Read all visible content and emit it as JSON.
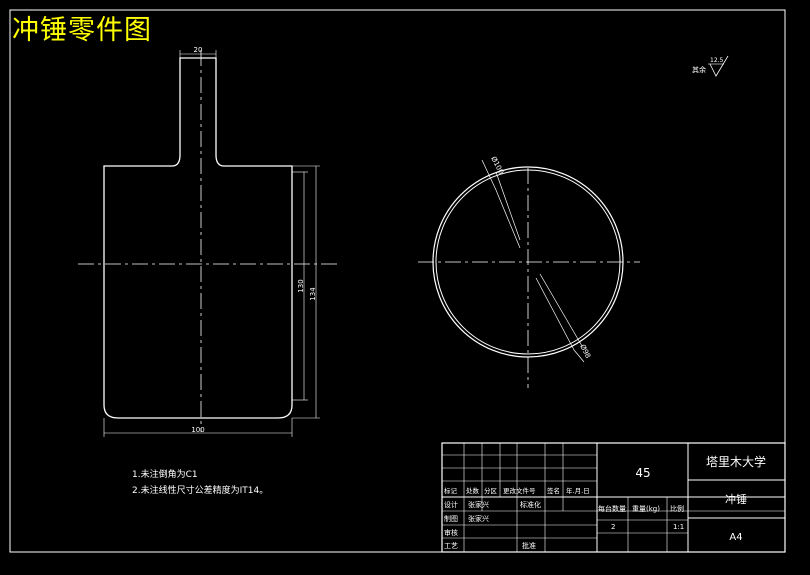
{
  "title": "冲锤零件图",
  "surface_finish": {
    "label": "其余",
    "value": "12.5"
  },
  "dimensions": {
    "neck_width": "20",
    "body_width": "100",
    "inner_height": "130",
    "outer_height": "134",
    "circle_dim_upper": "Ø100",
    "circle_dim_lower": "Ø98"
  },
  "notes": [
    "1.未注倒角为C1",
    "2.未注线性尺寸公差精度为IT14。"
  ],
  "title_block": {
    "material": "45",
    "organization": "塔里木大学",
    "part_name": "冲锤",
    "sheet": "A4",
    "header_labels": [
      "标记",
      "处数",
      "分区",
      "更改文件号",
      "签名",
      "年.月.日"
    ],
    "row_labels": [
      "设计",
      "制图",
      "审核",
      "工艺"
    ],
    "designer": "张家兴",
    "drafter": "张家兴",
    "standardization_label": "标准化",
    "approval_label": "批准",
    "quantity_header": "每台数量",
    "weight_header": "重量(kg)",
    "scale_header": "比例",
    "quantity": "2",
    "scale": "1:1"
  }
}
